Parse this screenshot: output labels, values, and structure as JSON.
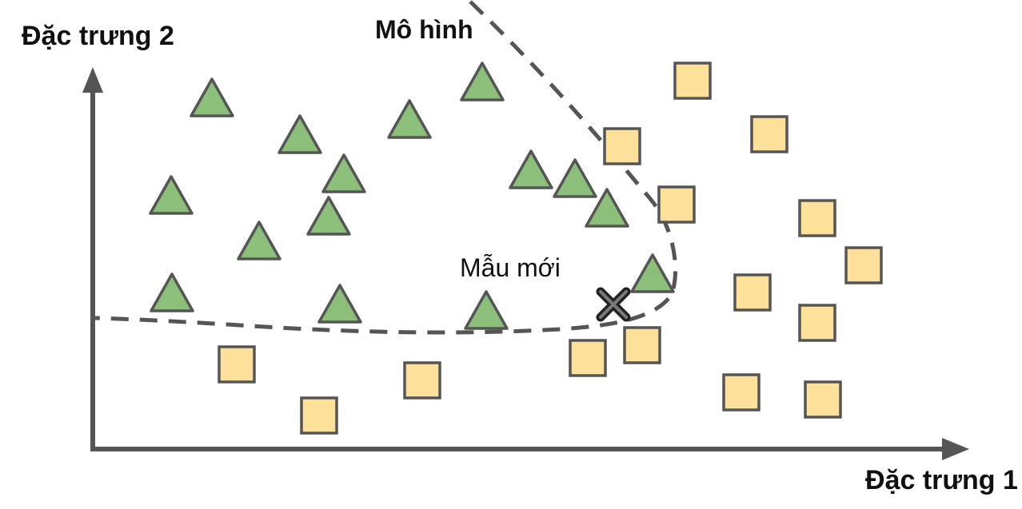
{
  "axes": {
    "x_label": "Đặc trưng 1",
    "y_label": "Đặc trưng 2"
  },
  "annotations": {
    "model_label": "Mô hình",
    "new_sample_label": "Mẫu mới"
  },
  "colors": {
    "axis": "#555555",
    "triangle_fill": "#8cc07a",
    "square_fill": "#fde19a",
    "marker_stroke": "#555555",
    "boundary": "#555555",
    "new_sample": "#333333"
  },
  "shapes": {
    "class_a": "triangle",
    "class_b": "square",
    "new_sample": "x-mark"
  }
}
